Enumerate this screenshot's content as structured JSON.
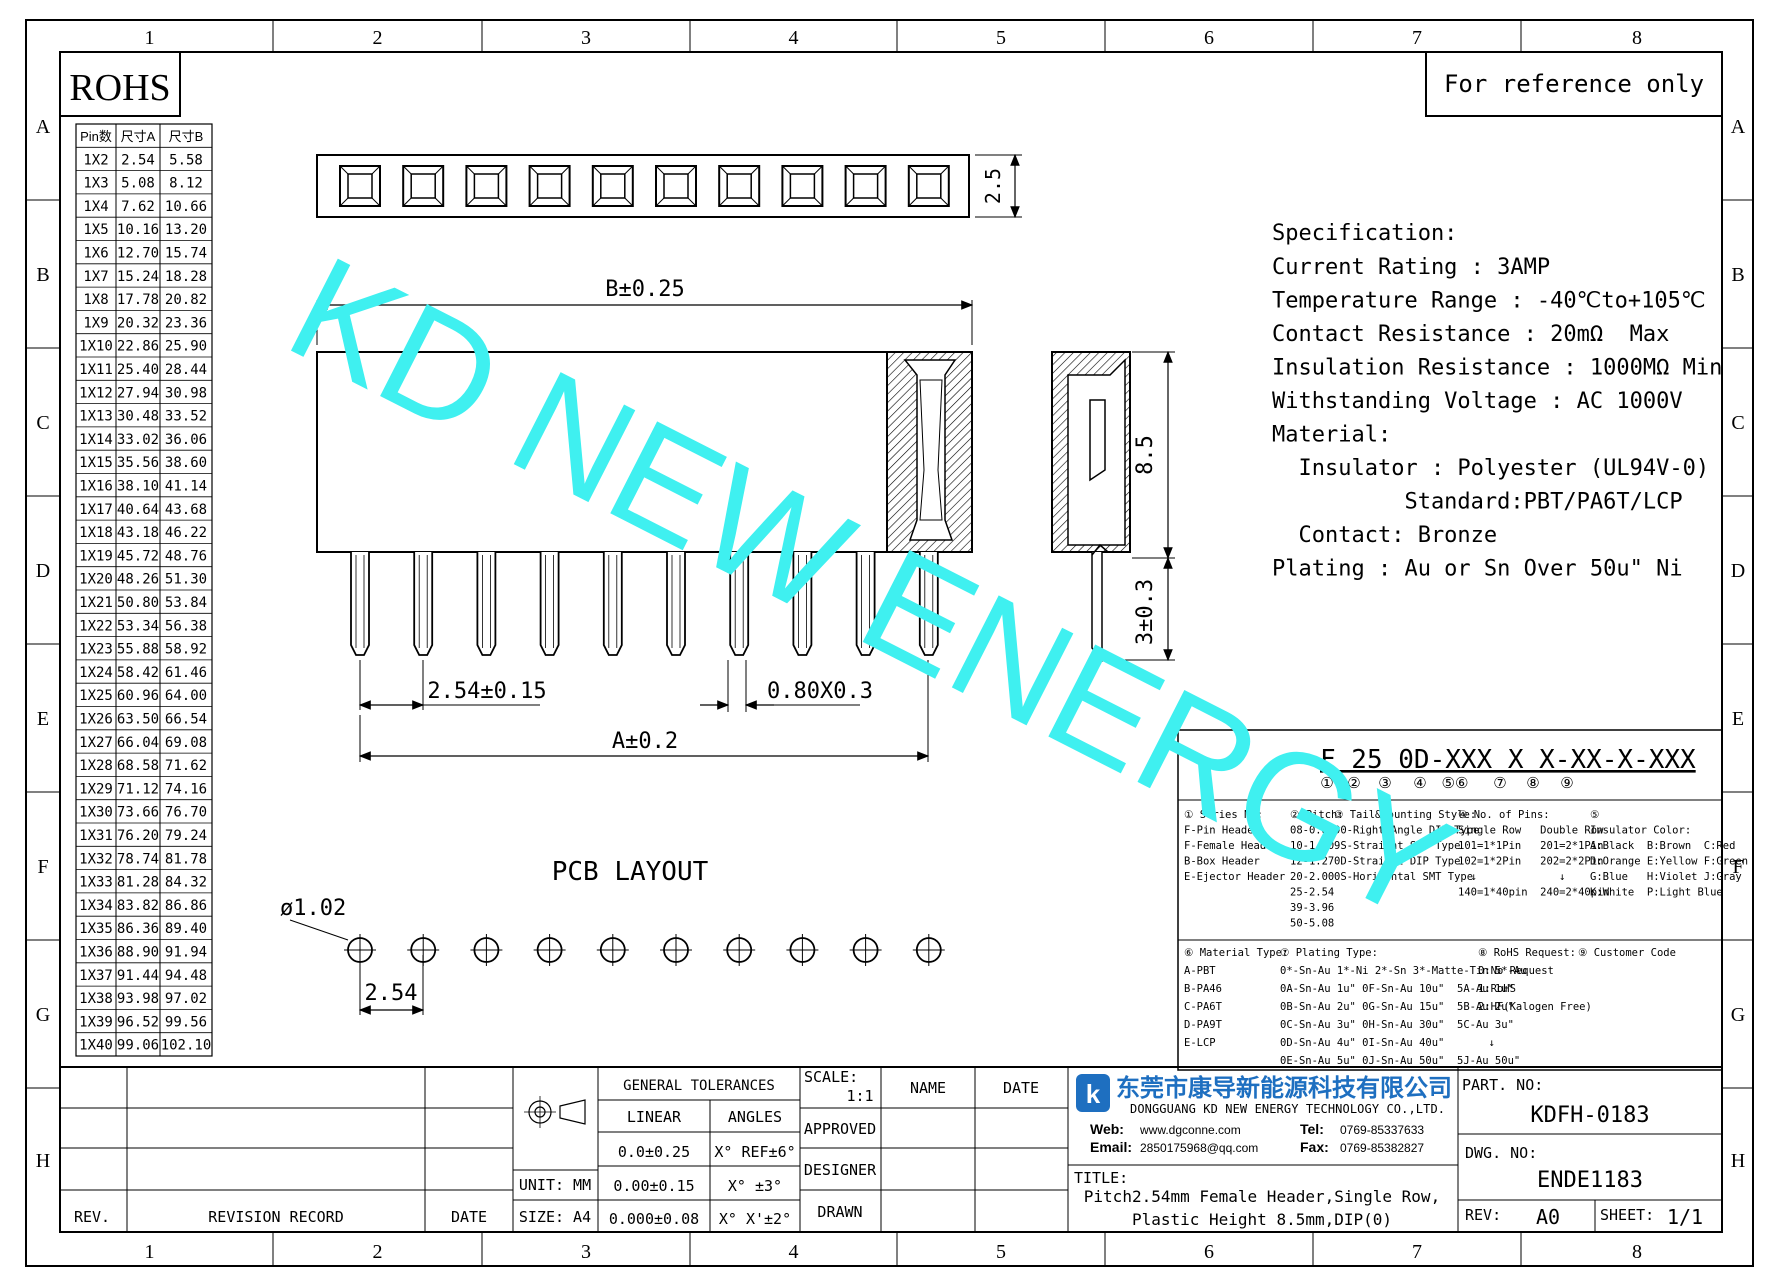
{
  "frame": {
    "col_labels": [
      "1",
      "2",
      "3",
      "4",
      "5",
      "6",
      "7",
      "8"
    ],
    "row_labels": [
      "A",
      "B",
      "C",
      "D",
      "E",
      "F",
      "G",
      "H"
    ]
  },
  "rohs_label": "ROHS",
  "reference_note": "For reference only",
  "watermark": "KD NEW ENERGY",
  "pin_table": {
    "headers": [
      "Pin数",
      "尺寸A",
      "尺寸B"
    ],
    "rows": [
      [
        "1X2",
        "2.54",
        "5.58"
      ],
      [
        "1X3",
        "5.08",
        "8.12"
      ],
      [
        "1X4",
        "7.62",
        "10.66"
      ],
      [
        "1X5",
        "10.16",
        "13.20"
      ],
      [
        "1X6",
        "12.70",
        "15.74"
      ],
      [
        "1X7",
        "15.24",
        "18.28"
      ],
      [
        "1X8",
        "17.78",
        "20.82"
      ],
      [
        "1X9",
        "20.32",
        "23.36"
      ],
      [
        "1X10",
        "22.86",
        "25.90"
      ],
      [
        "1X11",
        "25.40",
        "28.44"
      ],
      [
        "1X12",
        "27.94",
        "30.98"
      ],
      [
        "1X13",
        "30.48",
        "33.52"
      ],
      [
        "1X14",
        "33.02",
        "36.06"
      ],
      [
        "1X15",
        "35.56",
        "38.60"
      ],
      [
        "1X16",
        "38.10",
        "41.14"
      ],
      [
        "1X17",
        "40.64",
        "43.68"
      ],
      [
        "1X18",
        "43.18",
        "46.22"
      ],
      [
        "1X19",
        "45.72",
        "48.76"
      ],
      [
        "1X20",
        "48.26",
        "51.30"
      ],
      [
        "1X21",
        "50.80",
        "53.84"
      ],
      [
        "1X22",
        "53.34",
        "56.38"
      ],
      [
        "1X23",
        "55.88",
        "58.92"
      ],
      [
        "1X24",
        "58.42",
        "61.46"
      ],
      [
        "1X25",
        "60.96",
        "64.00"
      ],
      [
        "1X26",
        "63.50",
        "66.54"
      ],
      [
        "1X27",
        "66.04",
        "69.08"
      ],
      [
        "1X28",
        "68.58",
        "71.62"
      ],
      [
        "1X29",
        "71.12",
        "74.16"
      ],
      [
        "1X30",
        "73.66",
        "76.70"
      ],
      [
        "1X31",
        "76.20",
        "79.24"
      ],
      [
        "1X32",
        "78.74",
        "81.78"
      ],
      [
        "1X33",
        "81.28",
        "84.32"
      ],
      [
        "1X34",
        "83.82",
        "86.86"
      ],
      [
        "1X35",
        "86.36",
        "89.40"
      ],
      [
        "1X36",
        "88.90",
        "91.94"
      ],
      [
        "1X37",
        "91.44",
        "94.48"
      ],
      [
        "1X38",
        "93.98",
        "97.02"
      ],
      [
        "1X39",
        "96.52",
        "99.56"
      ],
      [
        "1X40",
        "99.06",
        "102.10"
      ]
    ]
  },
  "dimensions": {
    "height_top": "2.5",
    "overall_b": "B±0.25",
    "height_body": "8.5",
    "tail": "3±0.3",
    "pitch": "2.54±0.15",
    "pin_size": "0.80X0.3",
    "overall_a": "A±0.2",
    "hole_dia": "ø1.02",
    "pcb_pitch": "2.54"
  },
  "pcb_layout_label": "PCB LAYOUT",
  "specification": {
    "title": "Specification:",
    "lines": [
      "Current Rating : 3AMP",
      "Temperature Range : -40℃to+105℃",
      "Contact Resistance : 20mΩ  Max",
      "Insulation Resistance : 1000MΩ Min",
      "Withstanding Voltage : AC 1000V",
      "Material:",
      "  Insulator : Polyester (UL94V-0)",
      "          Standard:PBT/PA6T/LCP",
      "  Contact: Bronze",
      "Plating : Au or Sn Over 50u\" Ni"
    ]
  },
  "part_code": {
    "code": "F 25 0D-XXX X X-XX-X-XXX",
    "markers": [
      "①",
      "②",
      "③",
      "④",
      "⑤⑥",
      "⑦",
      "⑧",
      "⑨"
    ],
    "block1": [
      [
        "① Series No:",
        "F-Pin Header",
        "F-Female Header",
        "B-Box Header",
        "E-Ejector Header"
      ],
      [
        "② Pitch:",
        "08-0.80",
        "10-1.00",
        "12-1.27",
        "20-2.00",
        "25-2.54",
        "39-3.96",
        "50-5.08"
      ],
      [
        "③ Tail&Mounting Style:",
        "90-Right Angle DIP Type",
        "9S-Straight SMT Type",
        "0D-Straight DIP Type",
        "0S-Horizontal SMT Type"
      ],
      [
        "④ No. of Pins:",
        "Single Row   Double Row",
        "101=1*1Pin   201=2*1Pin",
        "102=1*2Pin   202=2*2Pin",
        "  ↓             ↓",
        "140=1*40pin  240=2*40pin"
      ],
      [
        "⑤",
        "Insulator Color:",
        "A:Black  B:Brown  C:Red",
        "D:Orange E:Yellow F:Green",
        "G:Blue   H:Violet J:Gray",
        "K:White  P:Light Blue"
      ]
    ],
    "block2": [
      [
        "⑥ Material Type:",
        "A-PBT",
        "B-PA46",
        "C-PA6T",
        "D-PA9T",
        "E-LCP"
      ],
      [
        "⑦ Plating Type:",
        "0*-Sn-Au 1*-Ni 2*-Sn 3*-Matte-Tin 5*-Au",
        "0A-Sn-Au 1u\" 0F-Sn-Au 10u\"  5A-Au 1u\"",
        "0B-Sn-Au 2u\" 0G-Sn-Au 15u\"  5B-Au 2u\"",
        "0C-Sn-Au 3u\" 0H-Sn-Au 30u\"  5C-Au 3u\"",
        "0D-Sn-Au 4u\" 0I-Sn-Au 40u\"       ↓",
        "0E-Sn-Au 5u\" 0J-Sn-Au 50u\"  5J-Au 50u\""
      ],
      [
        "⑧ RoHS Request:",
        "0:No Request",
        "1:RoHS",
        "2:HF(Kalogen Free)"
      ],
      [
        "⑨ Customer Code",
        ""
      ]
    ]
  },
  "title_block": {
    "rev_col": "REV.",
    "revision_record": "REVISION RECORD",
    "date_col": "DATE",
    "unit_label": "UNIT: MM",
    "size_label": "SIZE: A4",
    "general_tolerances": "GENERAL TOLERANCES",
    "linear": "LINEAR",
    "angles": "ANGLES",
    "tol_rows": [
      [
        "0.0±0.25",
        "X° REF±6°"
      ],
      [
        "0.00±0.15",
        "X° ±3°"
      ],
      [
        "0.000±0.08",
        "X° X'±2°"
      ]
    ],
    "scale_label": "SCALE:",
    "scale_value": "1:1",
    "name_col": "NAME",
    "date_col2": "DATE",
    "approved": "APPROVED",
    "designer": "DESIGNER",
    "drawn": "DRAWN",
    "company_cn": "东莞市康导新能源科技有限公司",
    "company_en": "DONGGUANG KD NEW ENERGY TECHNOLOGY CO.,LTD.",
    "web_label": "Web:",
    "web": "www.dgconne.com",
    "email_label": "Email:",
    "email": "2850175968@qq.com",
    "tel_label": "Tel:",
    "tel": "0769-85337633",
    "fax_label": "Fax:",
    "fax": "0769-85382827",
    "title_label": "TITLE:",
    "title_line1": "Pitch2.54mm Female Header,Single Row,",
    "title_line2": "Plastic Height 8.5mm,DIP(0)",
    "part_no_label": "PART. NO:",
    "part_no": "KDFH-0183",
    "dwg_no_label": "DWG. NO:",
    "dwg_no": "ENDE1183",
    "rev_label": "REV:",
    "rev_value": "A0",
    "sheet_label": "SHEET:",
    "sheet_value": "1/1"
  },
  "colors": {
    "watermark": "#3ff0f0",
    "ink": "#000000",
    "logo_blue": "#1e6fc0"
  }
}
